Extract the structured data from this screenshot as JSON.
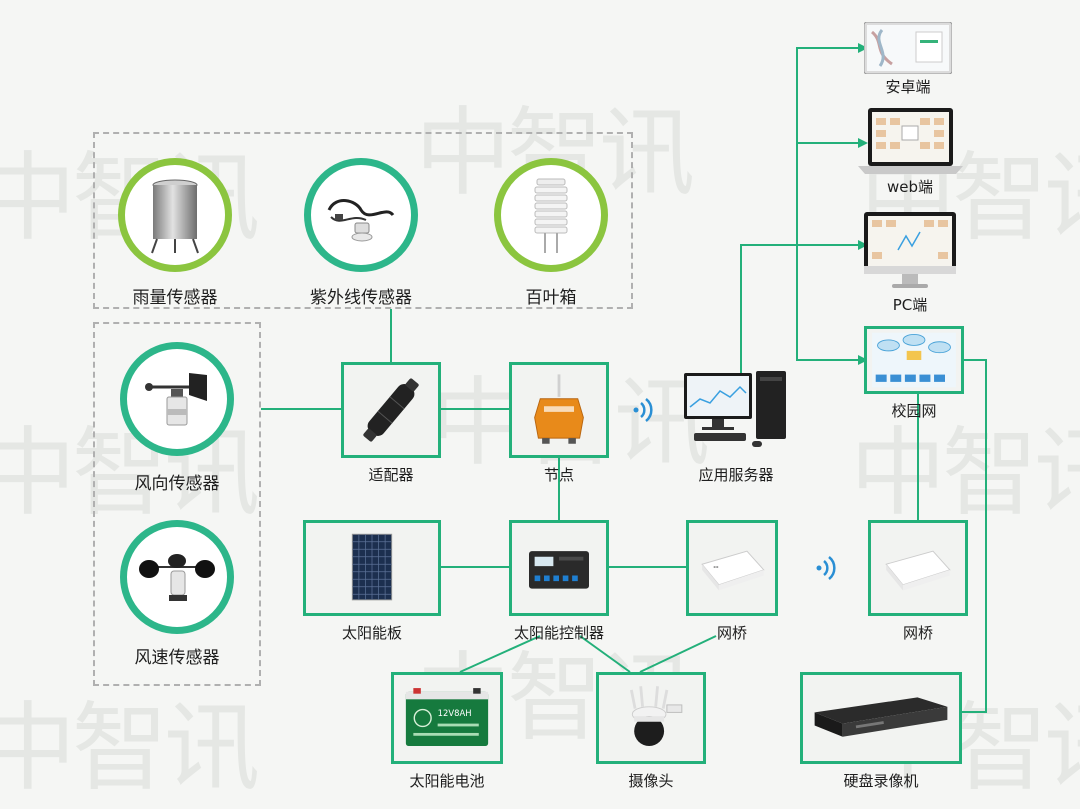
{
  "watermark": "中智讯",
  "colors": {
    "line": "#23b07a",
    "ring_yellow_green": "#8bc53f",
    "ring_teal": "#2db68a",
    "dash": "#b0b0b0"
  },
  "sensors": {
    "rain": "雨量传感器",
    "uv": "紫外线传感器",
    "louver": "百叶箱",
    "wind_dir": "风向传感器",
    "wind_speed": "风速传感器"
  },
  "nodes": {
    "adapter": "适配器",
    "node": "节点",
    "app_server": "应用服务器",
    "android": "安卓端",
    "web": "web端",
    "pc": "PC端",
    "campus": "校园网",
    "solar_panel": "太阳能板",
    "solar_controller": "太阳能控制器",
    "bridge_left": "网桥",
    "bridge_right": "网桥",
    "battery": "太阳能电池",
    "camera": "摄像头",
    "nvr": "硬盘录像机"
  },
  "battery_print": "12V8AH",
  "icons": [
    "wifi-icon",
    "rain-gauge-icon",
    "uv-sensor-icon",
    "louver-box-icon",
    "wind-vane-icon",
    "anemometer-icon",
    "adapter-icon",
    "node-icon",
    "server-pc-icon",
    "tablet-icon",
    "laptop-icon",
    "monitor-icon",
    "campus-screen-icon",
    "solar-panel-icon",
    "charge-controller-icon",
    "bridge-device-icon",
    "battery-icon",
    "dome-camera-icon",
    "nvr-icon"
  ]
}
